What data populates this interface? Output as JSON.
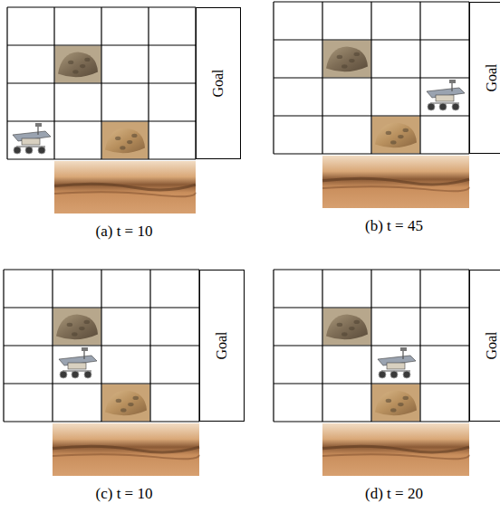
{
  "diagram": {
    "nodes": [
      {
        "text": [
          "Goal"
        ]
      },
      {
        "text": [
          "Goal"
        ]
      },
      {
        "text": [
          "Goal"
        ]
      },
      {
        "text": [
          "Goal"
        ]
      }
    ],
    "labels": [
      "(a) t = 10",
      "(b) t = 45",
      "(c) t = 10",
      "(d) t = 20"
    ]
  }
}
